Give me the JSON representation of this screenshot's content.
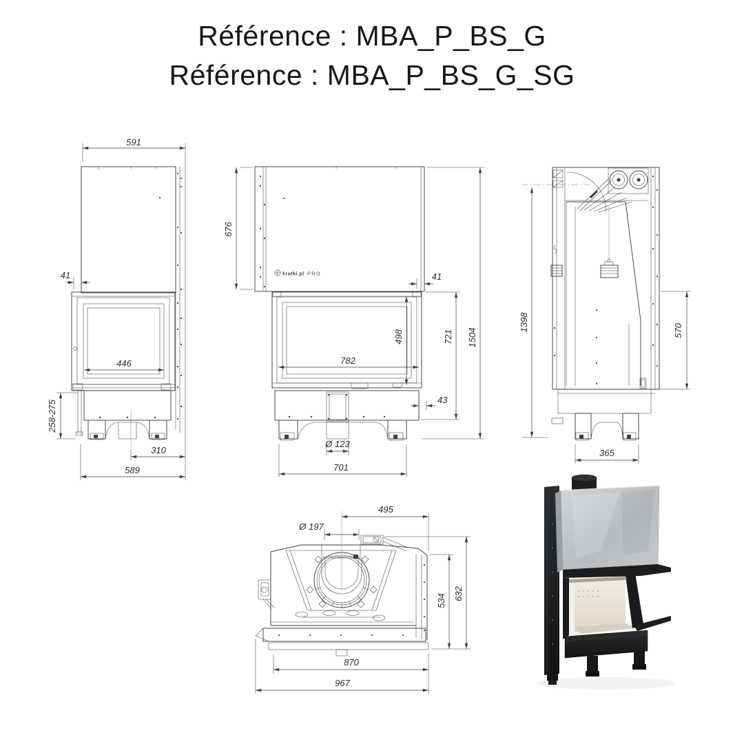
{
  "title": {
    "line1": "Référence : MBA_P_BS_G",
    "line2": "Référence : MBA_P_BS_G_SG"
  },
  "brand": {
    "name": "kratki.pl",
    "series": "PRO"
  },
  "drawings": {
    "left_side_view": {
      "dims": {
        "top_width": "591",
        "front_offset": "41",
        "glass_width": "446",
        "plinth_height": "258-275",
        "foot_to_edge": "310",
        "base_width": "589"
      }
    },
    "front_view": {
      "dims": {
        "hood_height": "676",
        "right_offset": "41",
        "glass_width": "782",
        "glass_height": "498",
        "firebox_height": "721",
        "total_height": "1504",
        "base_inset": "43",
        "ash_width": "Ø 123",
        "feet_span": "701"
      }
    },
    "right_side_view": {
      "dims": {
        "flue_axis_height": "1398",
        "side_glass_height": "570",
        "feet_depth": "365"
      }
    },
    "top_view": {
      "dims": {
        "flue_center_offset": "495",
        "flue_diameter": "Ø 197",
        "body_depth": "534",
        "total_depth": "632",
        "body_width": "870",
        "total_width": "967"
      }
    }
  }
}
